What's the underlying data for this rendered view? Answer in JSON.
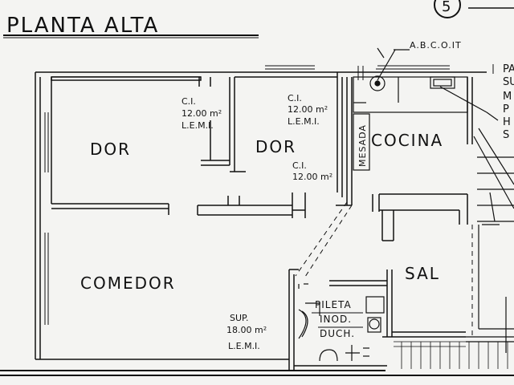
{
  "sheet": {
    "title": "PLANTA ALTA",
    "sheet_number": "5",
    "brand": "A.B.C.O.IT"
  },
  "rooms": {
    "dor_left": "DOR",
    "dor_center": "DOR",
    "cocina": "COCINA",
    "comedor": "COMEDOR",
    "sal": "SAL",
    "mesada": "MESADA"
  },
  "closets": {
    "ci1": {
      "label": "C.I.",
      "area": "12.00 m²",
      "code": "L.E.M.I."
    },
    "ci2": {
      "label": "C.I.",
      "area": "12.00 m²",
      "code": "L.E.M.I."
    },
    "ci3": {
      "label": "C.I.",
      "area": "12.00 m²"
    }
  },
  "surface": {
    "label": "SUP.",
    "area": "18.00 m²",
    "code": "L.E.M.I."
  },
  "bath_fixtures": [
    "PILETA",
    "INOD.",
    "DUCH."
  ],
  "legend_cut": [
    "PA",
    "SU",
    "M",
    "P",
    "H",
    "S"
  ]
}
